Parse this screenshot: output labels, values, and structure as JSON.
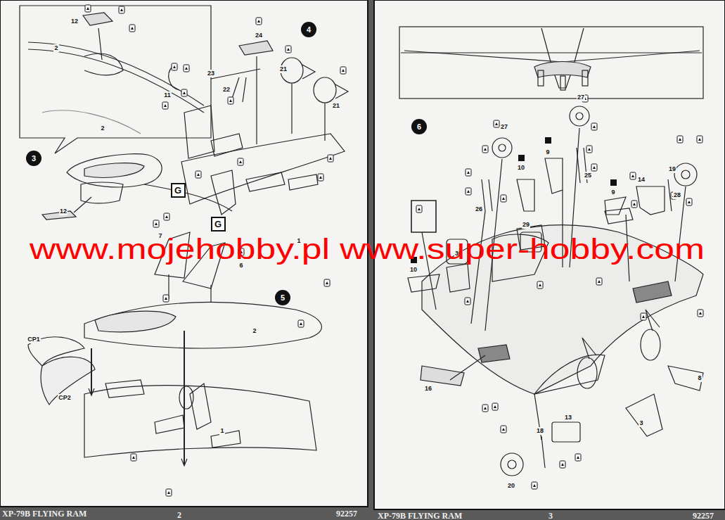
{
  "diagram": {
    "nodes": [
      {
        "text": [
          "3"
        ]
      },
      {
        "text": [
          "4"
        ]
      },
      {
        "text": [
          "5"
        ]
      },
      {
        "text": [
          "6"
        ]
      },
      {
        "text": [
          "G"
        ]
      },
      {
        "text": [
          "G"
        ]
      }
    ],
    "labels": [
      "12",
      "2",
      "2",
      "12",
      "24",
      "11",
      "23",
      "22",
      "21",
      "21",
      "7",
      "1",
      "6",
      "CP1",
      "2",
      "CP2",
      "1",
      "27",
      "27",
      "9",
      "10",
      "25",
      "14",
      "19",
      "28",
      "9",
      "26",
      "29",
      "30",
      "10",
      "16",
      "8",
      "3",
      "13",
      "18",
      "20",
      "www.mojehobby.pl www.super-hobby.com",
      "XP-79B FLYING RAM",
      "2",
      "92257",
      "XP-79B FLYING RAM",
      "3",
      "92257"
    ]
  }
}
